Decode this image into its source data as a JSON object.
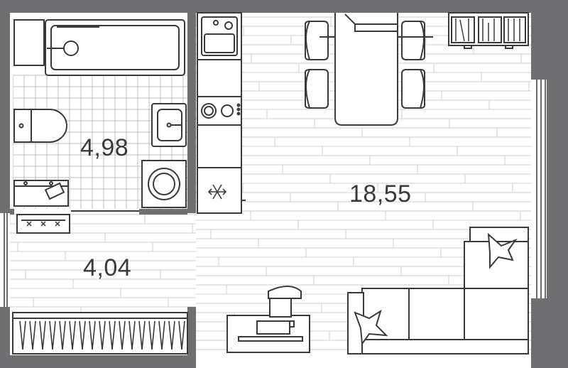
{
  "rooms": {
    "bathroom": {
      "area": "4,98"
    },
    "living": {
      "area": "18,55"
    },
    "hallway": {
      "area": "4,04"
    }
  },
  "colors": {
    "wall": "#6f6f72",
    "line": "#3a3a3a",
    "grid": "#b9b9b9",
    "floorboard": "#cfcfcf",
    "background": "#ffffff"
  },
  "icons": [
    "snowflake-icon"
  ]
}
